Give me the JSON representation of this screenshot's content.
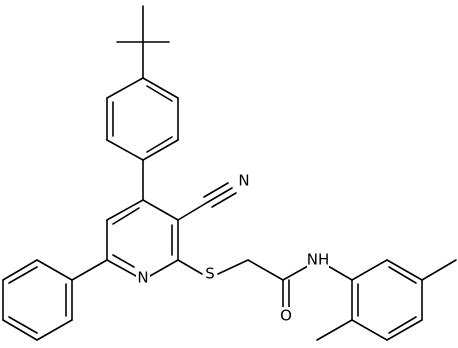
{
  "structure": {
    "atom_labels": {
      "nitrile_n": "N",
      "pyridine_n": "N",
      "sulfur": "S",
      "amide_o": "O",
      "amide_nh": "NH"
    }
  }
}
